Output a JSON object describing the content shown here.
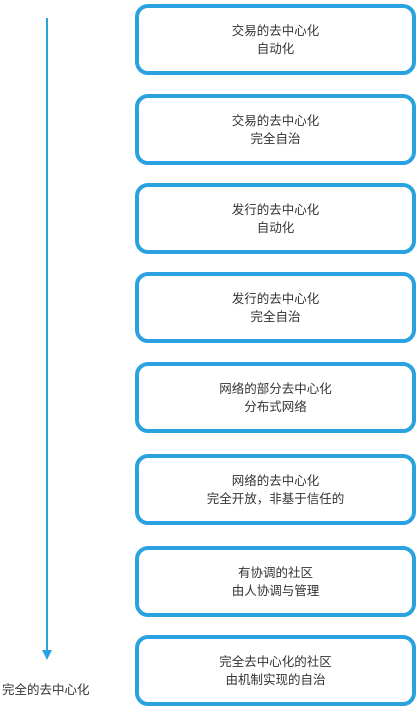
{
  "axis": {
    "label": "完全的去中心化",
    "color": "#2aa2e0"
  },
  "stages": [
    {
      "line1": "交易的去中心化",
      "line2": "自动化"
    },
    {
      "line1": "交易的去中心化",
      "line2": "完全自治"
    },
    {
      "line1": "发行的去中心化",
      "line2": "自动化"
    },
    {
      "line1": "发行的去中心化",
      "line2": "完全自治"
    },
    {
      "line1": "网络的部分去中心化",
      "line2": "分布式网络"
    },
    {
      "line1": "网络的去中心化",
      "line2": "完全开放，非基于信任的"
    },
    {
      "line1": "有协调的社区",
      "line2": "由人协调与管理"
    },
    {
      "line1": "完全去中心化的社区",
      "line2": "由机制实现的自治"
    }
  ]
}
